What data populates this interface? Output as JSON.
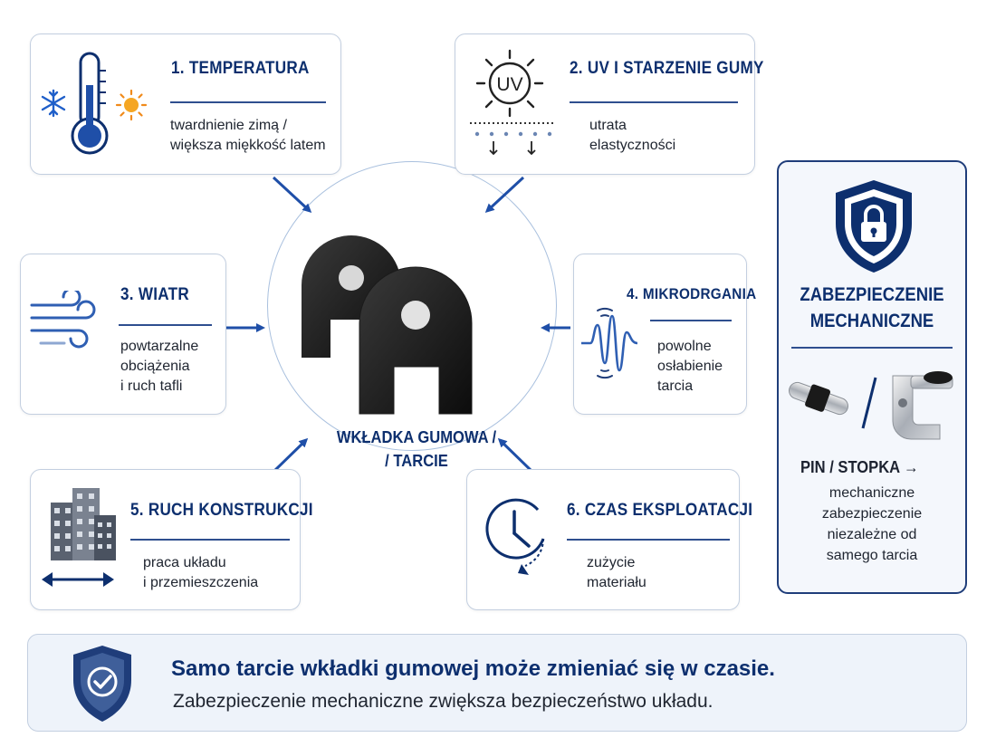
{
  "cards": {
    "temperatura": {
      "title": "1. TEMPERATURA",
      "desc": "twardnienie zimą /\nwiększa miękkość latem"
    },
    "uv": {
      "title": "2. UV I STARZENIE GUMY",
      "desc": "utrata\nelastyczności",
      "icon_text": "UV"
    },
    "wiatr": {
      "title": "3. WIATR",
      "desc": "powtarzalne\nobciążenia\ni ruch tafli"
    },
    "mikrodrgania": {
      "title": "4. MIKRODRGANIA",
      "desc": "powolne\nosłabienie\ntarcia"
    },
    "ruch": {
      "title": "5. RUCH KONSTRUKCJI",
      "desc": "praca układu\ni przemieszczenia"
    },
    "czas": {
      "title": "6. CZAS EKSPLOATACJI",
      "desc": "zużycie\nmateriału"
    }
  },
  "center": {
    "label": "WKŁADKA GUMOWA /\n/ TARCIE"
  },
  "side": {
    "title": "ZABEZPIECZENIE\nMECHANICZNE",
    "pin_label": "PIN / STOPKA →",
    "desc": "mechaniczne\nzabezpieczenie\nniezależne od\nsamego tarcia",
    "icon": "shield-lock-icon"
  },
  "bottom": {
    "line1_bold": "Samo tarcie",
    "line1_rest": " wkładki gumowej może zmieniać się w czasie.",
    "line2": "Zabezpieczenie mechaniczne zwiększa bezpieczeństwo układu.",
    "icon": "shield-check-icon"
  },
  "colors": {
    "navy": "#0d2f6e",
    "accent": "#1f4fa8",
    "border": "#c3cfe0"
  }
}
